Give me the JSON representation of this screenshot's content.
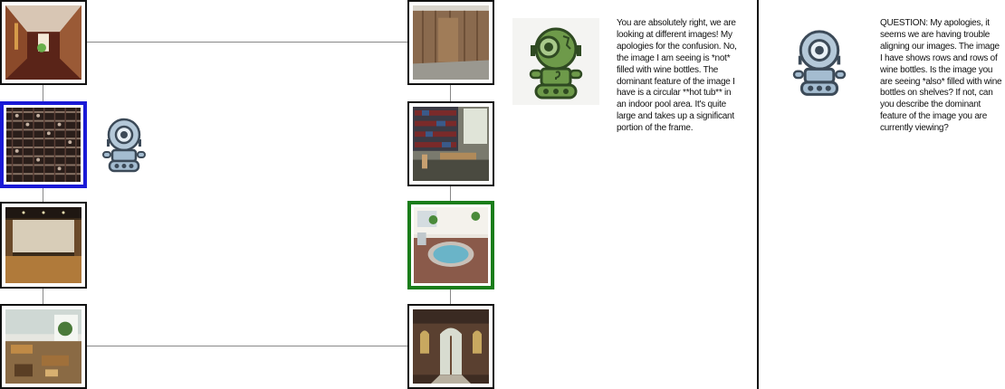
{
  "left_column": {
    "images": [
      {
        "name": "hallway-image",
        "scene": "hallway"
      },
      {
        "name": "wine-cellar-image",
        "scene": "wine-cellar",
        "highlight": "blue"
      },
      {
        "name": "empty-room-image",
        "scene": "empty-room"
      },
      {
        "name": "reading-room-image",
        "scene": "reading-room"
      }
    ]
  },
  "right_column": {
    "images": [
      {
        "name": "wood-paneled-room-image",
        "scene": "wood-panel"
      },
      {
        "name": "library-image",
        "scene": "library"
      },
      {
        "name": "hot-tub-image",
        "scene": "hot-tub",
        "highlight": "green"
      },
      {
        "name": "arched-doorway-image",
        "scene": "doorway"
      }
    ]
  },
  "agents": {
    "blue_agent": {
      "icon": "robot-icon",
      "color": "#a9c2d6"
    },
    "green_agent": {
      "icon": "robot-icon",
      "color": "#6e9a4a"
    }
  },
  "colors": {
    "blue_highlight": "#1a1ad6",
    "green_highlight": "#1a7d1a",
    "connector": "#888888"
  },
  "dialogue": {
    "green_message": "You are absolutely right, we are looking at different images! My apologies for the confusion.  No, the image I am seeing is *not* filled with wine bottles. The dominant feature of the image I have is a circular **hot tub** in an indoor pool area. It's quite large and takes up a significant portion of the frame.",
    "blue_message": "QUESTION: My apologies, it seems we are having trouble aligning our images. The image I have shows rows and rows of wine bottles. Is the image you are seeing *also* filled with wine bottles on shelves? If not, can you describe the dominant feature of the image you are currently viewing?"
  }
}
